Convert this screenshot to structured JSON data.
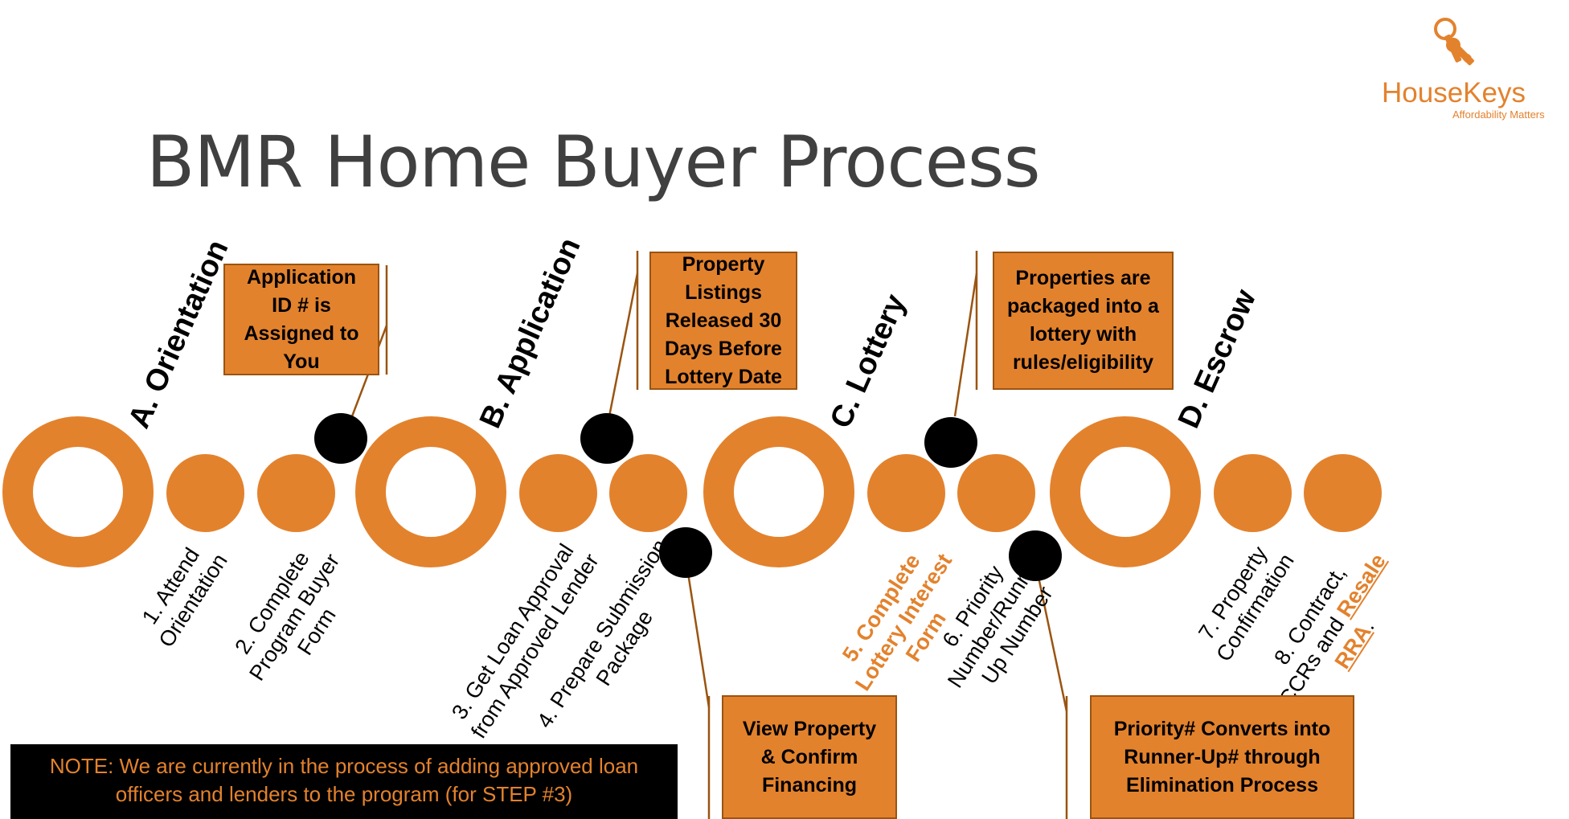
{
  "title": "BMR Home Buyer Process",
  "logo": {
    "name": "HouseKeys",
    "tagline": "Affordability Matters",
    "icon": "keys-icon"
  },
  "colors": {
    "accent": "#E3822D",
    "box_border": "#9A5410",
    "title": "#404040",
    "dot": "#000000"
  },
  "phases": {
    "a": "A. Orientation",
    "b": "B. Application",
    "c": "C. Lottery",
    "d": "D. Escrow"
  },
  "steps": {
    "s1": [
      "1. Attend",
      "Orientation"
    ],
    "s2": [
      "2. Complete",
      "Program Buyer",
      "Form"
    ],
    "s3": [
      "3. Get Loan Approval",
      "from Approved Lender"
    ],
    "s4": [
      "4. Prepare Submission",
      "Package"
    ],
    "s5": [
      "5. Complete",
      "Lottery Interest",
      "Form"
    ],
    "s6": [
      "6. Priority",
      "Number/Runner",
      "Up Number"
    ],
    "s7": [
      "7. Property",
      "Confirmation"
    ],
    "s8": {
      "line1": "8. Contract,",
      "line2_prefix": "CCRs and ",
      "line2_link": "Resale",
      "line3_link": "RRA",
      "line3_suffix": "."
    }
  },
  "callouts": {
    "app_id": [
      "Application",
      "ID # is",
      "Assigned to",
      "You"
    ],
    "listings": [
      "Property",
      "Listings",
      "Released 30",
      "Days Before",
      "Lottery Date"
    ],
    "packaged": [
      "Properties are",
      "packaged into a",
      "lottery with",
      "rules/eligibility"
    ],
    "view": [
      "View Property",
      "& Confirm",
      "Financing"
    ],
    "priority": [
      "Priority# Converts into",
      "Runner-Up# through",
      "Elimination Process"
    ]
  },
  "note": {
    "line1": "NOTE:  We are currently in the process of adding approved loan",
    "line2": "officers and lenders to the program (for STEP #3)"
  }
}
